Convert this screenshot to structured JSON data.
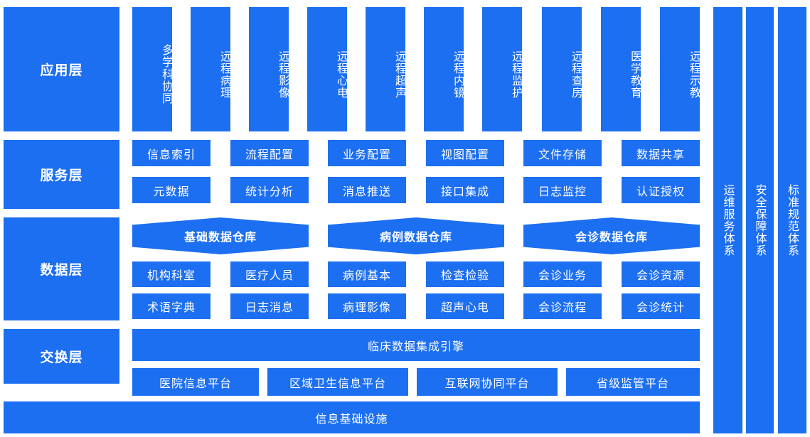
{
  "colors": {
    "block": "#1d6ff1",
    "text": "#ffffff",
    "background": "#ffffff"
  },
  "layers": {
    "application": "应用层",
    "service": "服务层",
    "data": "数据层",
    "exchange": "交换层"
  },
  "application_items": [
    "多学科协同",
    "远程病理",
    "远程影像",
    "远程心电",
    "远程超声",
    "远程内镜",
    "远程监护",
    "远程查房",
    "医学教育",
    "远程示教"
  ],
  "service_items": [
    "信息索引",
    "流程配置",
    "业务配置",
    "视图配置",
    "文件存储",
    "数据共享",
    "元数据",
    "统计分析",
    "消息推送",
    "接口集成",
    "日志监控",
    "认证授权"
  ],
  "warehouses": [
    "基础数据仓库",
    "病例数据仓库",
    "会诊数据仓库"
  ],
  "data_items": [
    "机构科室",
    "医疗人员",
    "病例基本",
    "检查检验",
    "会诊业务",
    "会诊资源",
    "术语字典",
    "日志消息",
    "病理影像",
    "超声心电",
    "会诊流程",
    "会诊统计"
  ],
  "exchange": {
    "engine": "临床数据集成引擎",
    "platforms": [
      "医院信息平台",
      "区域卫生信息平台",
      "互联网协同平台",
      "省级监管平台"
    ]
  },
  "infrastructure": "信息基础设施",
  "side_systems": [
    "运维服务体系",
    "安全保障体系",
    "标准规范体系"
  ]
}
